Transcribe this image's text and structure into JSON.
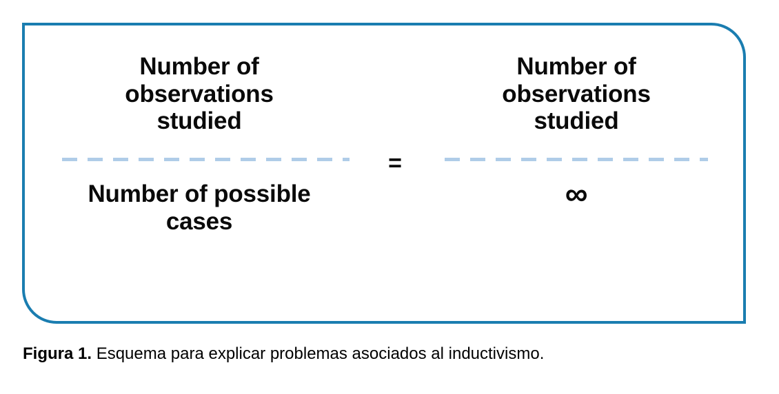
{
  "figure": {
    "caption_label": "Figura 1.",
    "caption_text": "Esquema para explicar problemas asociados al inductivismo.",
    "border_color": "#1a7db0",
    "rule_color": "#afcce8",
    "text_color": "#0a0a0a"
  },
  "equation": {
    "operator": "=",
    "left_fraction": {
      "numerator": "Number of observations studied",
      "denominator": "Number of possible cases"
    },
    "right_fraction": {
      "numerator": "Number of observations studied",
      "denominator": "∞"
    }
  }
}
